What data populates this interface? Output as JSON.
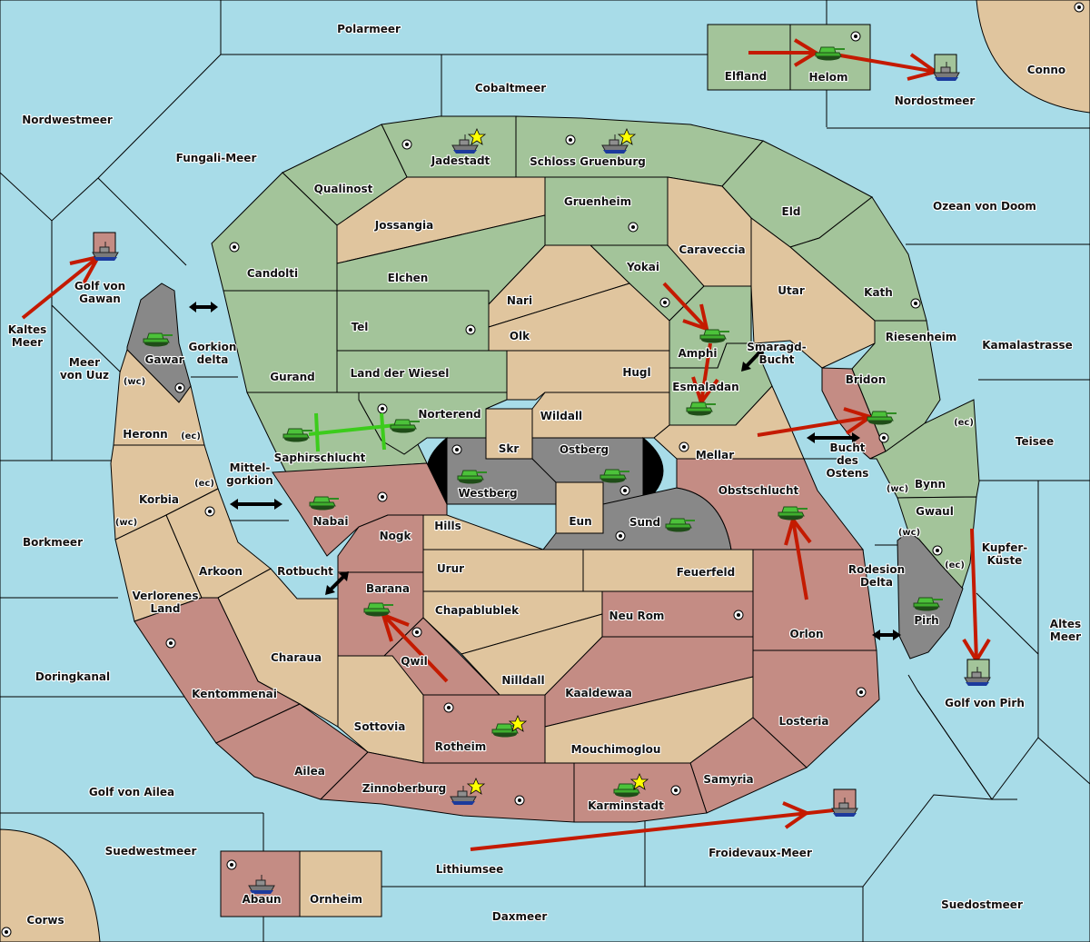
{
  "title": "Diplomacy Map - Order Results",
  "colors": {
    "sea": "#a8dce8",
    "green_power": "#a3c49a",
    "neutral_tan": "#e0c59e",
    "red_power": "#c48c84",
    "impassable_grey": "#888888",
    "move_arrow": "#c41a00",
    "support_line": "#3ccc1c",
    "home_star": "#ffff00"
  },
  "seas": [
    {
      "id": "polarmeer",
      "name": "Polarmeer"
    },
    {
      "id": "cobaltmeer",
      "name": "Cobaltmeer"
    },
    {
      "id": "nordwestmeer",
      "name": "Nordwestmeer"
    },
    {
      "id": "fungali",
      "name": "Fungali-Meer"
    },
    {
      "id": "nordostmeer",
      "name": "Nordostmeer"
    },
    {
      "id": "ozean",
      "name": "Ozean von Doom"
    },
    {
      "id": "golf_gawan",
      "name": "Golf von\nGawan"
    },
    {
      "id": "kaltes",
      "name": "Kaltes\nMeer"
    },
    {
      "id": "uuz",
      "name": "Meer\nvon Uuz"
    },
    {
      "id": "gorkion",
      "name": "Gorkion\ndelta"
    },
    {
      "id": "kamalastrasse",
      "name": "Kamalastrasse"
    },
    {
      "id": "smaragd",
      "name": "Smaragd-\nBucht"
    },
    {
      "id": "teisee",
      "name": "Teisee"
    },
    {
      "id": "bucht_ostens",
      "name": "Bucht\ndes\nOstens"
    },
    {
      "id": "mittelgorkion",
      "name": "Mittel-\ngorkion"
    },
    {
      "id": "borkmeer",
      "name": "Borkmeer"
    },
    {
      "id": "kupfer",
      "name": "Kupfer-\nKüste"
    },
    {
      "id": "rotbucht",
      "name": "Rotbucht"
    },
    {
      "id": "rodesion",
      "name": "Rodesion\nDelta"
    },
    {
      "id": "altes",
      "name": "Altes\nMeer"
    },
    {
      "id": "doringkanal",
      "name": "Doringkanal"
    },
    {
      "id": "golf_pirh",
      "name": "Golf von Pirh"
    },
    {
      "id": "golf_ailea",
      "name": "Golf von Ailea"
    },
    {
      "id": "suedwestmeer",
      "name": "Suedwestmeer"
    },
    {
      "id": "froidevaux",
      "name": "Froidevaux-Meer"
    },
    {
      "id": "lithiumsee",
      "name": "Lithiumsee"
    },
    {
      "id": "suedostmeer",
      "name": "Suedostmeer"
    },
    {
      "id": "daxmeer",
      "name": "Daxmeer"
    }
  ],
  "lands": [
    {
      "id": "elfland",
      "name": "Elfland",
      "owner": "green"
    },
    {
      "id": "helom",
      "name": "Helom",
      "owner": "green"
    },
    {
      "id": "conno",
      "name": "Conno",
      "owner": "neutral"
    },
    {
      "id": "jadestadt",
      "name": "Jadestadt",
      "owner": "green"
    },
    {
      "id": "schloss",
      "name": "Schloss Gruenburg",
      "owner": "green"
    },
    {
      "id": "qualinost",
      "name": "Qualinost",
      "owner": "green"
    },
    {
      "id": "gruenheim",
      "name": "Gruenheim",
      "owner": "green"
    },
    {
      "id": "jossangia",
      "name": "Jossangia",
      "owner": "neutral"
    },
    {
      "id": "eld",
      "name": "Eld",
      "owner": "green"
    },
    {
      "id": "candolti",
      "name": "Candolti",
      "owner": "green"
    },
    {
      "id": "caraveccia",
      "name": "Caraveccia",
      "owner": "neutral"
    },
    {
      "id": "elchen",
      "name": "Elchen",
      "owner": "green"
    },
    {
      "id": "yokai",
      "name": "Yokai",
      "owner": "green"
    },
    {
      "id": "utar",
      "name": "Utar",
      "owner": "neutral"
    },
    {
      "id": "kath",
      "name": "Kath",
      "owner": "green"
    },
    {
      "id": "nari",
      "name": "Nari",
      "owner": "neutral"
    },
    {
      "id": "tel",
      "name": "Tel",
      "owner": "green"
    },
    {
      "id": "olk",
      "name": "Olk",
      "owner": "neutral"
    },
    {
      "id": "amphi",
      "name": "Amphi",
      "owner": "green"
    },
    {
      "id": "riesenheim",
      "name": "Riesenheim",
      "owner": "green"
    },
    {
      "id": "gawar",
      "name": "Gawar",
      "owner": "impassable"
    },
    {
      "id": "gurand",
      "name": "Gurand",
      "owner": "green"
    },
    {
      "id": "land_wiesel",
      "name": "Land der Wiesel",
      "owner": "green"
    },
    {
      "id": "hugl",
      "name": "Hugl",
      "owner": "neutral"
    },
    {
      "id": "bridon",
      "name": "Bridon",
      "owner": "red"
    },
    {
      "id": "esmaladan",
      "name": "Esmaladan",
      "owner": "green"
    },
    {
      "id": "heronn",
      "name": "Heronn",
      "owner": "neutral"
    },
    {
      "id": "norterend",
      "name": "Norterend",
      "owner": "green"
    },
    {
      "id": "wildall",
      "name": "Wildall",
      "owner": "neutral"
    },
    {
      "id": "saphirschlucht",
      "name": "Saphirschlucht",
      "owner": "green"
    },
    {
      "id": "skr",
      "name": "Skr",
      "owner": "neutral"
    },
    {
      "id": "ostberg",
      "name": "Ostberg",
      "owner": "impassable"
    },
    {
      "id": "mellar",
      "name": "Mellar",
      "owner": "neutral"
    },
    {
      "id": "westberg",
      "name": "Westberg",
      "owner": "impassable"
    },
    {
      "id": "bynn",
      "name": "Bynn",
      "owner": "green"
    },
    {
      "id": "korbia",
      "name": "Korbia",
      "owner": "neutral"
    },
    {
      "id": "nabai",
      "name": "Nabai",
      "owner": "red"
    },
    {
      "id": "obstschlucht",
      "name": "Obstschlucht",
      "owner": "red"
    },
    {
      "id": "gwaul",
      "name": "Gwaul",
      "owner": "green"
    },
    {
      "id": "eun",
      "name": "Eun",
      "owner": "neutral"
    },
    {
      "id": "sund",
      "name": "Sund",
      "owner": "impassable"
    },
    {
      "id": "hills",
      "name": "Hills",
      "owner": "neutral"
    },
    {
      "id": "nogk",
      "name": "Nogk",
      "owner": "red"
    },
    {
      "id": "arkoon",
      "name": "Arkoon",
      "owner": "neutral"
    },
    {
      "id": "urur",
      "name": "Urur",
      "owner": "neutral"
    },
    {
      "id": "feuerfeld",
      "name": "Feuerfeld",
      "owner": "neutral"
    },
    {
      "id": "barana",
      "name": "Barana",
      "owner": "red"
    },
    {
      "id": "verlorenes",
      "name": "Verlorenes\nLand",
      "owner": "neutral"
    },
    {
      "id": "chapablublek",
      "name": "Chapablublek",
      "owner": "neutral"
    },
    {
      "id": "neu_rom",
      "name": "Neu Rom",
      "owner": "red"
    },
    {
      "id": "pirh",
      "name": "Pirh",
      "owner": "impassable"
    },
    {
      "id": "orlon",
      "name": "Orlon",
      "owner": "red"
    },
    {
      "id": "charaua",
      "name": "Charaua",
      "owner": "neutral"
    },
    {
      "id": "qwil",
      "name": "Qwil",
      "owner": "red"
    },
    {
      "id": "nilldall",
      "name": "Nilldall",
      "owner": "neutral"
    },
    {
      "id": "kentommenai",
      "name": "Kentommenai",
      "owner": "red"
    },
    {
      "id": "kaaldewaa",
      "name": "Kaaldewaa",
      "owner": "red"
    },
    {
      "id": "losteria",
      "name": "Losteria",
      "owner": "red"
    },
    {
      "id": "sottovia",
      "name": "Sottovia",
      "owner": "neutral"
    },
    {
      "id": "rotheim",
      "name": "Rotheim",
      "owner": "red"
    },
    {
      "id": "mouchimoglou",
      "name": "Mouchimoglou",
      "owner": "neutral"
    },
    {
      "id": "ailea",
      "name": "Ailea",
      "owner": "red"
    },
    {
      "id": "samyria",
      "name": "Samyria",
      "owner": "red"
    },
    {
      "id": "zinnoberburg",
      "name": "Zinnoberburg",
      "owner": "red"
    },
    {
      "id": "karminstadt",
      "name": "Karminstadt",
      "owner": "red"
    },
    {
      "id": "abaun",
      "name": "Abaun",
      "owner": "red"
    },
    {
      "id": "ornheim",
      "name": "Ornheim",
      "owner": "neutral"
    },
    {
      "id": "corws",
      "name": "Corws",
      "owner": "neutral"
    }
  ],
  "coast_labels": {
    "wc": "(wc)",
    "ec": "(ec)"
  },
  "units": [
    {
      "type": "army",
      "power": "green",
      "location": "Helom"
    },
    {
      "type": "fleet",
      "power": "green",
      "location": "Nordostmeer",
      "retreat": true
    },
    {
      "type": "fleet",
      "power": "green",
      "location": "Jadestadt",
      "home": true
    },
    {
      "type": "fleet",
      "power": "green",
      "location": "Schloss Gruenburg",
      "home": true
    },
    {
      "type": "fleet",
      "power": "red",
      "location": "Golf von Gawan",
      "retreat": true
    },
    {
      "type": "army",
      "power": "green",
      "location": "Gawar"
    },
    {
      "type": "army",
      "power": "green",
      "location": "Amphi"
    },
    {
      "type": "army",
      "power": "green",
      "location": "Esmaladan"
    },
    {
      "type": "army",
      "power": "green",
      "location": "Bridon"
    },
    {
      "type": "army",
      "power": "green",
      "location": "Saphirschlucht"
    },
    {
      "type": "army",
      "power": "green",
      "location": "Norterend"
    },
    {
      "type": "army",
      "power": "green",
      "location": "Westberg"
    },
    {
      "type": "army",
      "power": "green",
      "location": "Ostberg"
    },
    {
      "type": "army",
      "power": "green",
      "location": "Sund"
    },
    {
      "type": "army",
      "power": "green",
      "location": "Nabai"
    },
    {
      "type": "army",
      "power": "green",
      "location": "Obstschlucht"
    },
    {
      "type": "army",
      "power": "green",
      "location": "Barana"
    },
    {
      "type": "army",
      "power": "green",
      "location": "Pirh"
    },
    {
      "type": "fleet",
      "power": "green",
      "location": "Golf von Pirh",
      "retreat": true
    },
    {
      "type": "army",
      "power": "green",
      "location": "Rotheim",
      "home": true
    },
    {
      "type": "fleet",
      "power": "red",
      "location": "Zinnoberburg",
      "home": true
    },
    {
      "type": "army",
      "power": "green",
      "location": "Karminstadt",
      "home": true
    },
    {
      "type": "fleet",
      "power": "red",
      "location": "Froidevaux-Meer",
      "retreat": true
    },
    {
      "type": "fleet",
      "power": "red",
      "location": "Abaun"
    }
  ],
  "orders": [
    {
      "kind": "move",
      "from": "Elfland",
      "to": "Helom"
    },
    {
      "kind": "move",
      "from": "Helom",
      "to": "Nordostmeer"
    },
    {
      "kind": "move",
      "from": "Kaltes Meer",
      "to": "Golf von Gawan"
    },
    {
      "kind": "move",
      "from": "Yokai",
      "to": "Amphi"
    },
    {
      "kind": "move",
      "from": "Amphi",
      "to": "Esmaladan"
    },
    {
      "kind": "move",
      "from": "Mellar",
      "to": "Bridon"
    },
    {
      "kind": "move",
      "from": "Orlon",
      "to": "Obstschlucht"
    },
    {
      "kind": "move",
      "from": "Kupfer-Küste",
      "to": "Golf von Pirh"
    },
    {
      "kind": "move",
      "from": "Qwil",
      "to": "Barana"
    },
    {
      "kind": "move",
      "from": "Lithiumsee",
      "to": "Froidevaux-Meer"
    },
    {
      "kind": "support",
      "from": "Saphirschlucht",
      "to": "Norterend"
    }
  ]
}
